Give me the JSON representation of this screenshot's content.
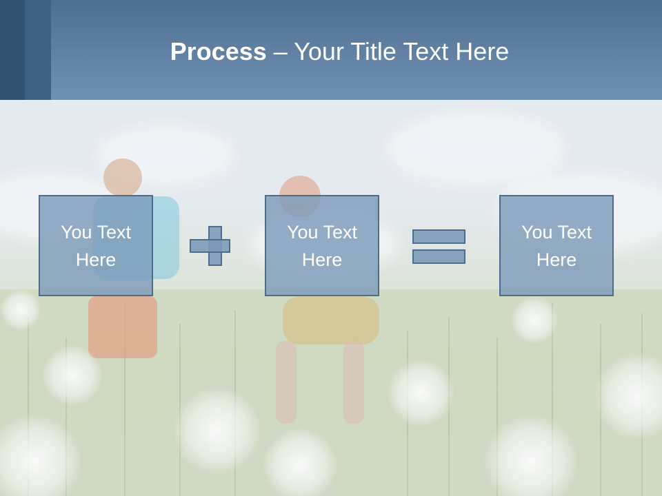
{
  "slide": {
    "title_bold": "Process",
    "title_rest": " – Your Title Text Here",
    "background": "kids-in-dandelion-field-photo"
  },
  "process": {
    "boxes": [
      {
        "text": "You Text Here"
      },
      {
        "text": "You Text Here"
      },
      {
        "text": "You Text Here"
      }
    ],
    "operators": [
      "plus-icon",
      "equals-icon"
    ]
  },
  "colors": {
    "header": "#6f91b2",
    "header_dark": "#33526f",
    "box_fill": "#7d9bb9",
    "box_border": "#4d6b8a",
    "text": "#ffffff"
  }
}
